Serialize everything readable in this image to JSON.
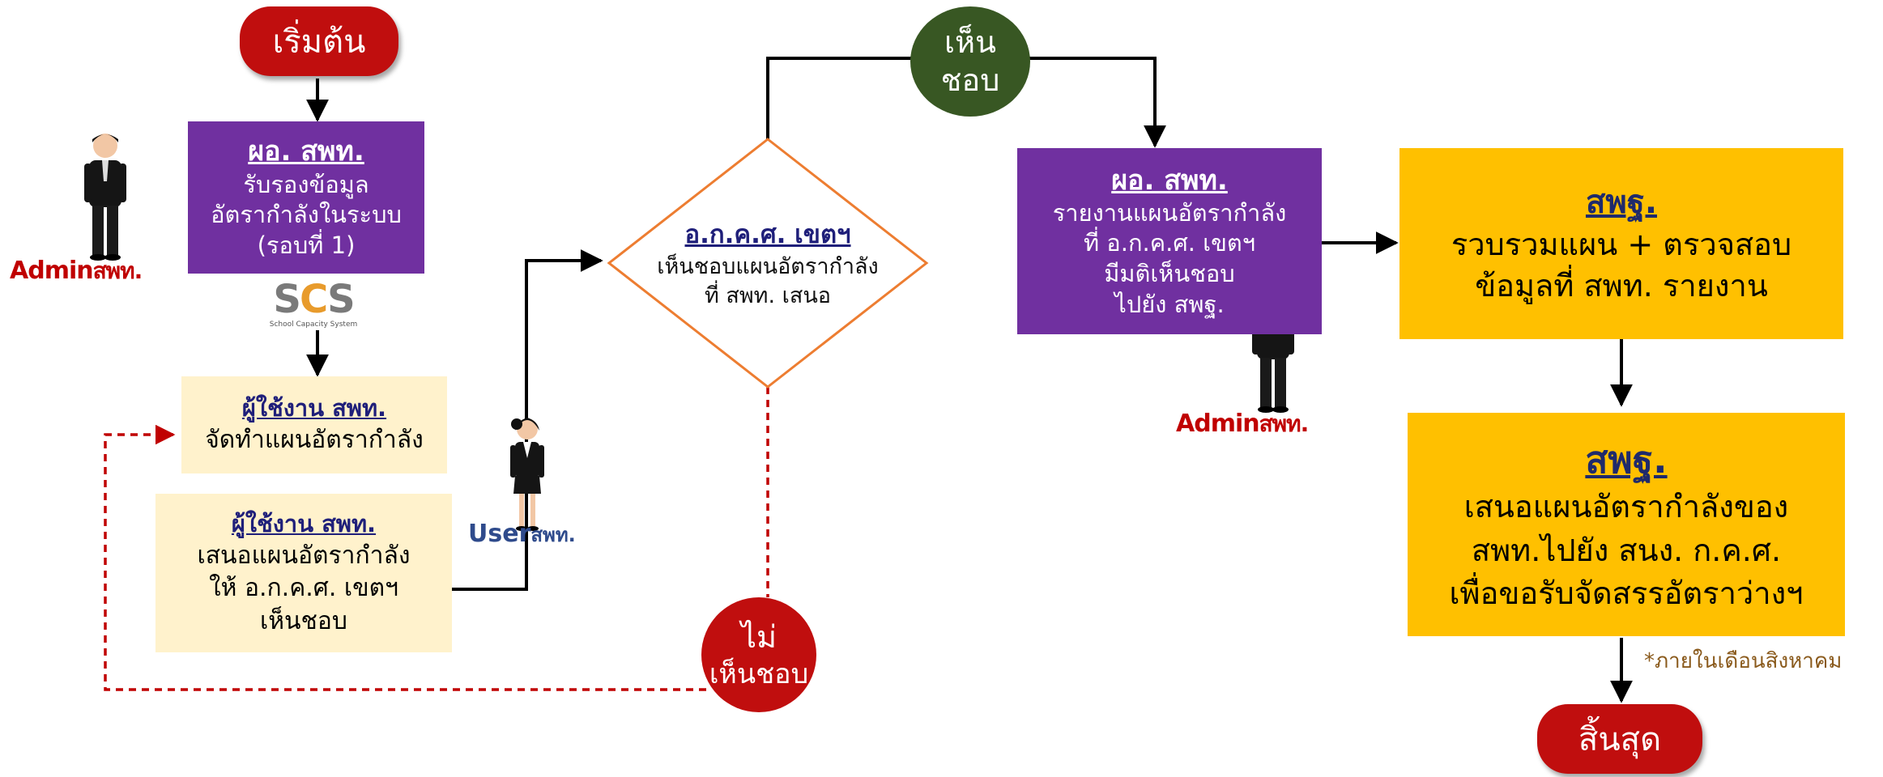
{
  "start": {
    "label": "เริ่มต้น"
  },
  "end": {
    "label": "สิ้นสุด"
  },
  "approve": {
    "lines": [
      "เห็น",
      "ชอบ"
    ]
  },
  "reject": {
    "lines": [
      "ไม่",
      "เห็นชอบ"
    ]
  },
  "box_certify": {
    "head": "ผอ. สพท.",
    "lines": [
      "รับรองข้อมูล",
      "อัตรากำลังในระบบ",
      "(รอบที่ 1)"
    ]
  },
  "box_prepare": {
    "head": "ผู้ใช้งาน สพท.",
    "lines": [
      "จัดทำแผนอัตรากำลัง"
    ]
  },
  "box_propose": {
    "head": "ผู้ใช้งาน สพท.",
    "lines": [
      "เสนอแผนอัตรากำลัง",
      "ให้ อ.ก.ค.ศ. เขตฯ",
      "เห็นชอบ"
    ]
  },
  "decision": {
    "head": "อ.ก.ค.ศ. เขตฯ",
    "lines": [
      "เห็นชอบแผนอัตรากำลัง",
      "ที่ สพท. เสนอ"
    ]
  },
  "box_report": {
    "head": "ผอ. สพท.",
    "lines": [
      "รายงานแผนอัตรากำลัง",
      "ที่ อ.ก.ค.ศ. เขตฯ",
      "มีมติเห็นชอบ",
      "ไปยัง สพฐ."
    ]
  },
  "box_compile": {
    "head": "สพฐ.",
    "lines": [
      "รวบรวมแผน + ตรวจสอบ",
      "ข้อมูลที่ สพท. รายงาน"
    ]
  },
  "box_submit": {
    "head": "สพฐ.",
    "lines": [
      "เสนอแผนอัตรากำลังของ",
      "สพท.ไปยัง สนง. ก.ค.ศ.",
      "เพื่อขอรับจัดสรรอัตราว่างฯ"
    ]
  },
  "note": {
    "text": "*ภายในเดือนสิงหาคม"
  },
  "roles": {
    "admin_main": "Admin",
    "admin_sub": "สพท.",
    "user_main": "User",
    "user_sub": "สพท."
  },
  "logo": {
    "main_left": "S",
    "main_mid": "C",
    "main_right": "S",
    "sub": "School Capacity System"
  },
  "colors": {
    "start_end": "#c00e0e",
    "approve": "#385723",
    "reject": "#c00e0e",
    "purple": "#7030a0",
    "cream": "#fff2cc",
    "gold": "#ffc000",
    "decision_border": "#ed7d31",
    "reject_line": "#c00000"
  },
  "icons": [
    "man-figure-icon",
    "woman-figure-icon",
    "scs-logo"
  ]
}
